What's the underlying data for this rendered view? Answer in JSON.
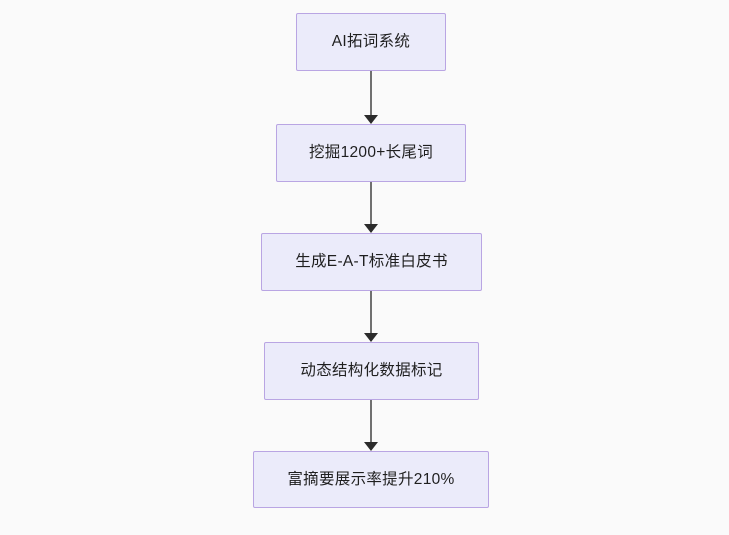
{
  "diagram": {
    "type": "flowchart",
    "direction": "top-to-bottom",
    "background_color": "#fafafa",
    "node_fill_color": "#ebebfa",
    "node_border_color": "#b9a5e3",
    "node_text_color": "#1f1f1f",
    "edge_line_color": "#707070",
    "edge_arrow_color": "#2b2b2b",
    "nodes": [
      {
        "id": "n0",
        "label": "AI拓词系统"
      },
      {
        "id": "n1",
        "label": "挖掘1200+长尾词"
      },
      {
        "id": "n2",
        "label": "生成E-A-T标准白皮书"
      },
      {
        "id": "n3",
        "label": "动态结构化数据标记"
      },
      {
        "id": "n4",
        "label": "富摘要展示率提升210%"
      }
    ],
    "edges": [
      {
        "from": "n0",
        "to": "n1",
        "label": ""
      },
      {
        "from": "n1",
        "to": "n2",
        "label": ""
      },
      {
        "from": "n2",
        "to": "n3",
        "label": ""
      },
      {
        "from": "n3",
        "to": "n4",
        "label": ""
      }
    ]
  }
}
